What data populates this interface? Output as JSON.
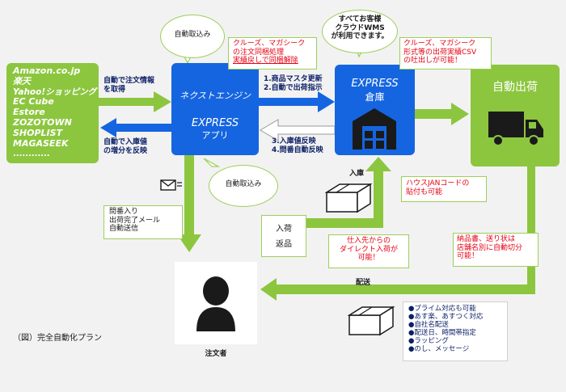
{
  "marketplaces": {
    "items": [
      "Amazon.co.jp",
      "楽天",
      "Yahoo!ショッピング",
      "EC Cube",
      "Estore",
      "ZOZOTOWN",
      "SHOPLIST",
      "MAGASEEK",
      "............"
    ]
  },
  "app_box": {
    "line1": "ネクストエンジン",
    "line2": "EXPRESS",
    "line3": "アプリ"
  },
  "warehouse_box": {
    "line1": "EXPRESS",
    "line2": "倉庫"
  },
  "auto_ship": {
    "label": "自動出荷"
  },
  "arrows": {
    "to_app": "自動で注文情報\nを取得",
    "from_app": "自動で入庫値\nの増分を反映",
    "to_wh": "1.商品マスタ更新\n2.自動で出荷指示",
    "from_wh": "3.入庫値反映\n4.問番自動反映",
    "delivery": "配送"
  },
  "bubbles": {
    "auto_import_top": "自動取込み",
    "auto_import_bottom": "自動取込み",
    "wms": "すべてお客様\nクラウドWMS\nが利用できます。"
  },
  "notes": {
    "cruise1_line1": "クルーズ、マガシーク",
    "cruise1_line2": "の注文同梱処理",
    "cruise1_line3": "実績戻しで同梱解除",
    "cruise2": "クルーズ、マガシーク\n形式等の出荷実績CSV\nの吐出しが可能！",
    "jan": "ハウスJANコードの\n貼付も可能",
    "direct": "仕入先からの\nダイレクト入荷が\n可能！",
    "invoice": "納品書、送り状は\n店舗名別に自動切分\n可能！",
    "tracking_mail": "問番入り\n出荷完了メール\n自動送信",
    "receipt": "入荷\n返品"
  },
  "labels": {
    "nyuko": "入庫",
    "customer": "注文者",
    "caption": "（図）完全自動化プラン"
  },
  "features": [
    "●プライム対応も可能",
    "●あす楽、あすつく対応",
    "●自社名配送",
    "●配送日、時間帯指定",
    "●ラッピング",
    "●のし、メッセージ"
  ],
  "icons": [
    "mail-icon",
    "box-icon",
    "truck-icon",
    "warehouse-icon",
    "person-icon"
  ],
  "colors": {
    "green": "#8cc63f",
    "blue": "#1565e0",
    "red": "#e60012"
  }
}
